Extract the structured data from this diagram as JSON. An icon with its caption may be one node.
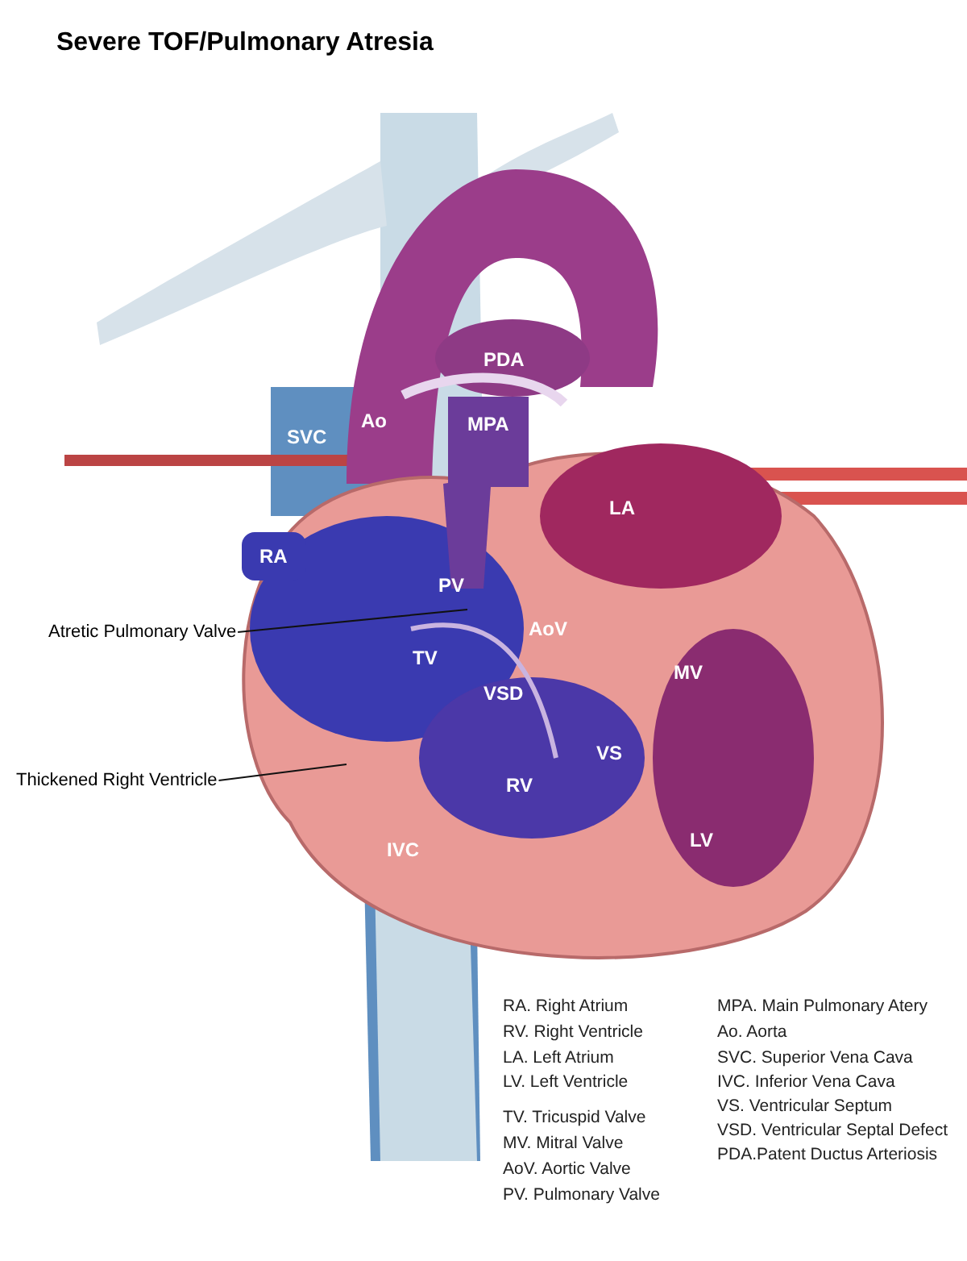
{
  "diagram": {
    "title": "Severe TOF/Pulmonary Atresia",
    "nodes": [
      {
        "text": [
          "Atretic Pulmonary Valve"
        ]
      },
      {
        "text": [
          "Thickened Right Ventricle"
        ]
      }
    ],
    "edges": [
      {
        "from": 0,
        "to": null,
        "arrow": "none"
      },
      {
        "from": 1,
        "to": null,
        "arrow": "none"
      }
    ],
    "labels": [
      "PDA",
      "Ao",
      "MPA",
      "SVC",
      "LA",
      "RA",
      "PV",
      "AoV",
      "TV",
      "MV",
      "VSD",
      "VS",
      "RV",
      "IVC",
      "LV",
      "RA. Right Atrium",
      "MPA. Main Pulmonary Atery",
      "RV. Right Ventricle",
      "Ao. Aorta",
      "LA. Left Atrium",
      "SVC. Superior Vena Cava",
      "LV. Left Ventricle",
      "IVC. Inferior Vena Cava",
      "VS. Ventricular Septum",
      "TV. Tricuspid Valve",
      "VSD. Ventricular Septal Defect",
      "MV. Mitral Valve",
      "PDA.Patent Ductus Arteriosis",
      "AoV.  Aortic Valve",
      "PV. Pulmonary Valve"
    ]
  }
}
